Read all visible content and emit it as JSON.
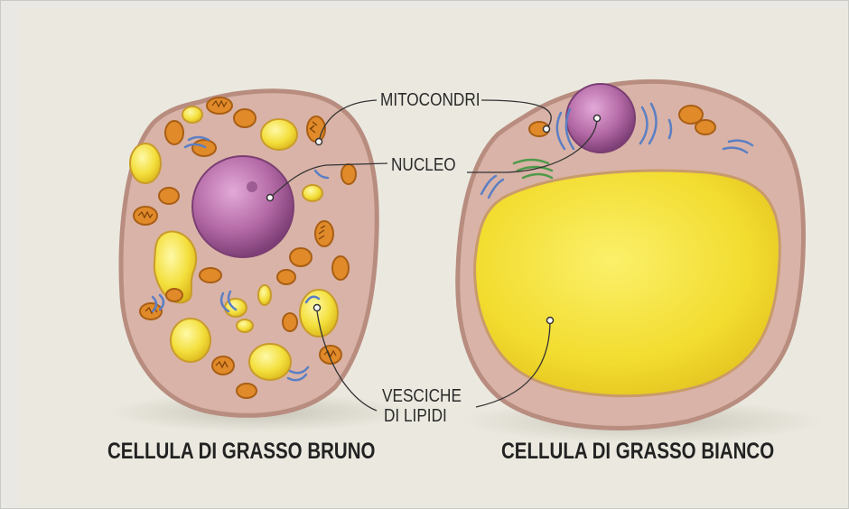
{
  "labels": {
    "mitocondri": "MITOCONDRI",
    "nucleo": "NUCLEO",
    "vesciche_line1": "VESCICHE",
    "vesciche_line2": "DI LIPIDI"
  },
  "captions": {
    "brown_cell": "CELLULA DI GRASSO BRUNO",
    "white_cell": "CELLULA DI GRASSO BIANCO"
  },
  "colors": {
    "background": "#ebe9df",
    "cytoplasm": "#d9b3a7",
    "lipid": "#f2dc2e",
    "nucleus": "#b46aa6",
    "mitochondria": "#e08a2a",
    "er_blue": "#5b7fc4",
    "golgi_green": "#4f9a4a"
  }
}
